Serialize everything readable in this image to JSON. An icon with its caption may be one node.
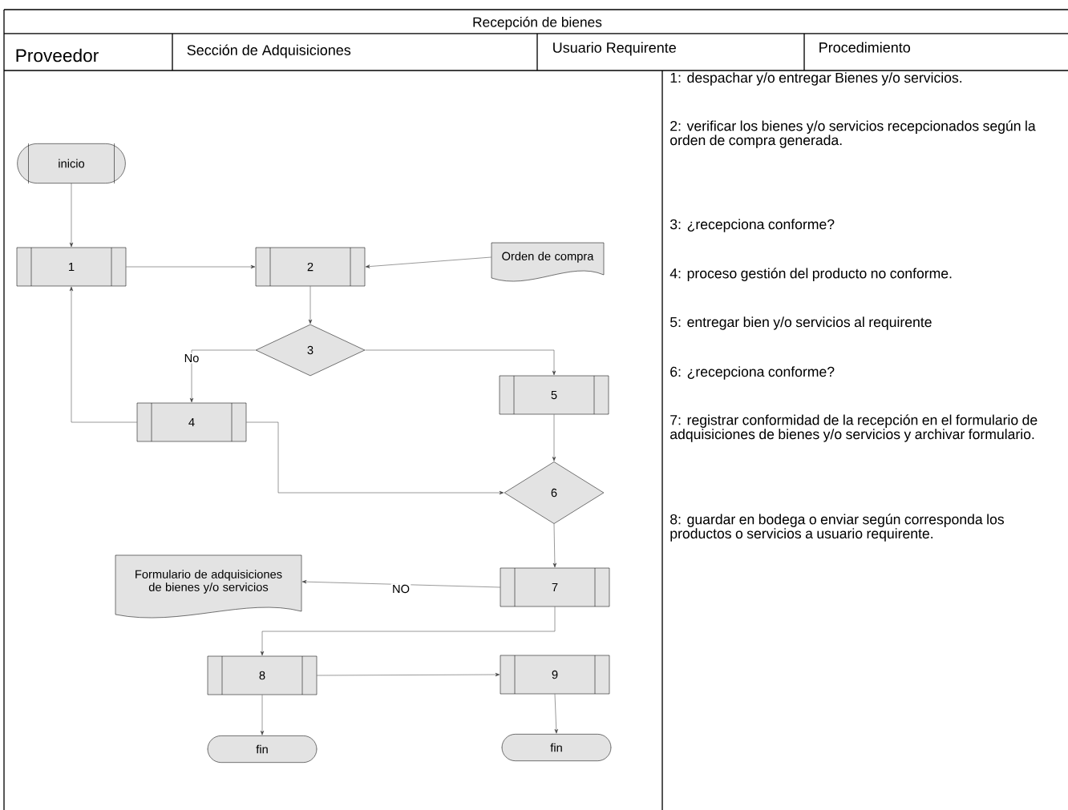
{
  "diagram": {
    "title": "Recepción de bienes",
    "nodes": [
      {
        "text": [
          "inicio"
        ]
      },
      {
        "text": [
          "1"
        ]
      },
      {
        "text": [
          "2"
        ]
      },
      {
        "text": [
          "Orden de compra"
        ]
      },
      {
        "text": [
          "3"
        ]
      },
      {
        "text": [
          "4"
        ]
      },
      {
        "text": [
          "5"
        ]
      },
      {
        "text": [
          "6"
        ]
      },
      {
        "text": [
          "Formulario de adquisiciones de bienes y/o servicios"
        ]
      },
      {
        "text": [
          "7"
        ]
      },
      {
        "text": [
          "8"
        ]
      },
      {
        "text": [
          "9"
        ]
      },
      {
        "text": [
          "fin"
        ]
      },
      {
        "text": [
          "fin"
        ]
      }
    ],
    "edges": [
      {
        "from": 0,
        "to": 1,
        "arrow": "to"
      },
      {
        "from": 1,
        "to": 2,
        "arrow": "to"
      },
      {
        "from": 3,
        "to": 2,
        "arrow": "to"
      },
      {
        "from": 2,
        "to": 4,
        "arrow": "to"
      },
      {
        "from": 4,
        "to": 5,
        "arrow": "to",
        "label": "No"
      },
      {
        "from": 4,
        "to": 6,
        "arrow": "to"
      },
      {
        "from": 5,
        "to": 1,
        "arrow": "to"
      },
      {
        "from": 5,
        "to": 7,
        "arrow": "to"
      },
      {
        "from": 6,
        "to": 7,
        "arrow": "to"
      },
      {
        "from": 7,
        "to": 9,
        "arrow": "to"
      },
      {
        "from": 9,
        "to": 8,
        "arrow": "to",
        "label": "NO"
      },
      {
        "from": 9,
        "to": 10,
        "arrow": "to"
      },
      {
        "from": 10,
        "to": 11,
        "arrow": "to"
      },
      {
        "from": 10,
        "to": 12,
        "arrow": "to"
      },
      {
        "from": 11,
        "to": 13,
        "arrow": "to"
      }
    ],
    "labels": [
      "Proveedor",
      "Sección de Adquisiciones",
      "Usuario Requirente",
      "Procedimiento",
      "1: despachar y/o entregar Bienes y/o servicios.",
      "2: verificar los bienes y/o servicios recepcionados según la orden de compra generada.",
      "3: ¿recepciona conforme?",
      "4: proceso gestión del producto no conforme.",
      "5: entregar bien y/o servicios al requirente",
      "6: ¿recepciona conforme?",
      "7: registrar conformidad de la recepción en el formulario de adquisiciones de bienes y/o servicios y archivar formulario.",
      "8: guardar en bodega o enviar según corresponda  los productos o servicios a usuario requirente."
    ]
  }
}
